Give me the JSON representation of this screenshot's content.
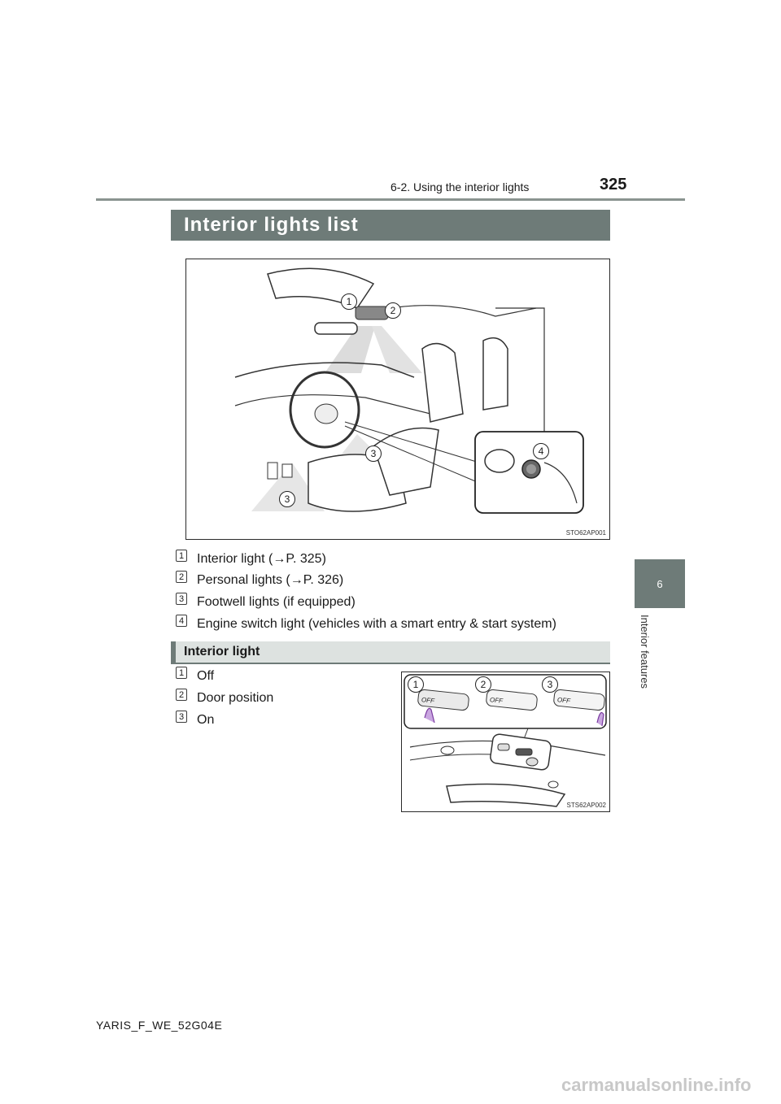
{
  "header": {
    "section": "6-2. Using the interior lights",
    "page_number": "325"
  },
  "side_tab": {
    "chapter_number": "6",
    "chapter_title": "Interior features"
  },
  "main": {
    "title": "Interior lights list",
    "figure1": {
      "code": "STO62AP001",
      "callouts": [
        "1",
        "2",
        "3",
        "3",
        "4"
      ]
    },
    "list": [
      {
        "num": "1",
        "text": "Interior light (→P. 325)"
      },
      {
        "num": "2",
        "text": "Personal lights (→P. 326)"
      },
      {
        "num": "3",
        "text": "Footwell lights (if equipped)"
      },
      {
        "num": "4",
        "text": "Engine switch light (vehicles with a smart entry & start system)"
      }
    ],
    "subsection": {
      "title": "Interior light",
      "items": [
        {
          "num": "1",
          "text": "Off"
        },
        {
          "num": "2",
          "text": "Door position"
        },
        {
          "num": "3",
          "text": "On"
        }
      ],
      "figure2": {
        "code": "STS62AP002",
        "callouts": [
          "1",
          "2",
          "3"
        ],
        "switch_label": "OFF"
      }
    }
  },
  "footer": {
    "code": "YARIS_F_WE_52G04E",
    "watermark": "carmanualsonline.info"
  },
  "colors": {
    "banner": "#6e7b78",
    "subhead_bg": "#dde2e0",
    "highlight_pink": "#c9a6e0"
  }
}
